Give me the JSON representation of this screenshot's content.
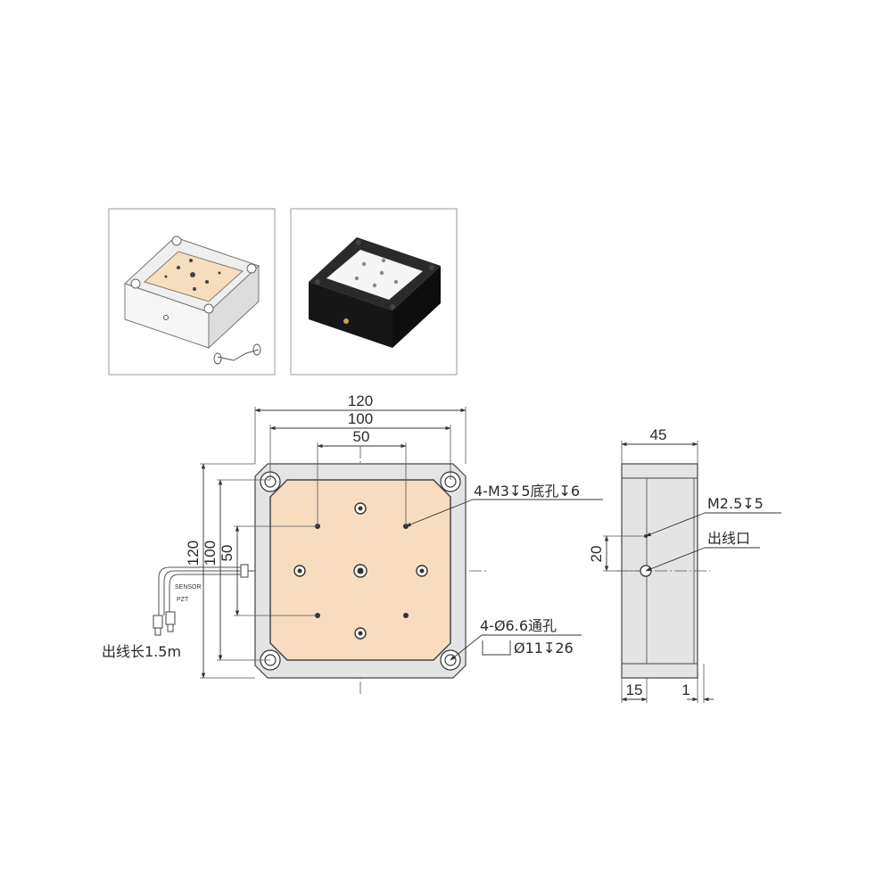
{
  "colors": {
    "stage_face": "#f8dcc0",
    "stage_body": "#e4e4e4",
    "line": "#4a4a4a",
    "photo_black": "#1d1d1d",
    "photo_white": "#f4f4f4"
  },
  "front_view": {
    "dim_width_outer": "120",
    "dim_width_inner": "100",
    "dim_width_holes": "50",
    "dim_height_outer": "120",
    "dim_height_inner": "100",
    "dim_height_holes": "50",
    "note_m3": "4-M3↧5底孔↧6",
    "note_through": "4-Ø6.6通孔",
    "note_counterbore": "Ø11↧26",
    "cable_length": "出线长1.5m",
    "label_sensor": "SENSOR",
    "label_pzt": "PZT"
  },
  "side_view": {
    "dim_thickness": "45",
    "dim_hole_height": "20",
    "dim_left": "15",
    "dim_right": "1",
    "note_m25": "M2.5↧5",
    "note_outlet": "出线口"
  }
}
